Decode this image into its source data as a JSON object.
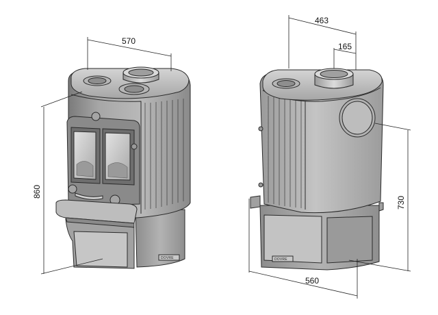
{
  "dimensions": {
    "front_width": "570",
    "front_height": "860",
    "rear_width": "463",
    "rear_flue_offset": "165",
    "rear_height": "730",
    "rear_depth": "560"
  },
  "stamp_text": "DOVRE",
  "colors": {
    "body_dark": "#8c8c8c",
    "body_mid": "#a9a9a9",
    "body_light": "#cfcfcf",
    "line": "#222222"
  }
}
